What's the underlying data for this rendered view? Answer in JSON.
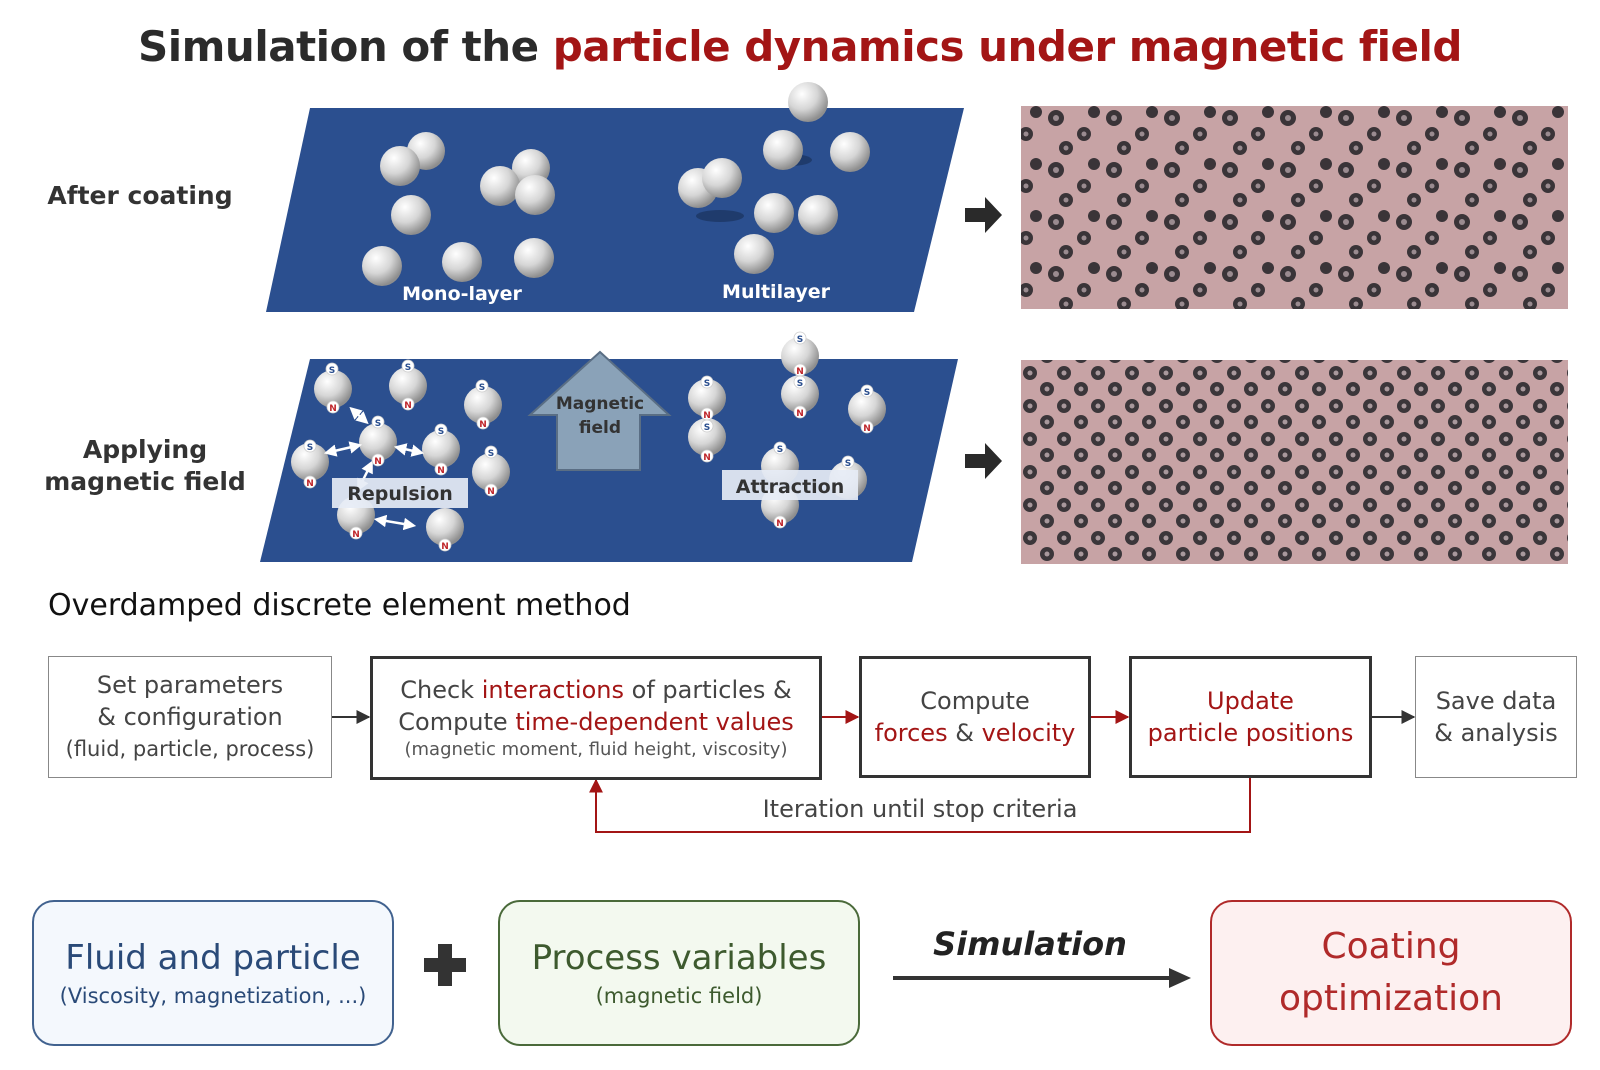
{
  "title": {
    "part1": "Simulation of the ",
    "part2": "particle dynamics under magnetic field"
  },
  "rows": {
    "after_coating": "After coating",
    "applying_line1": "Applying",
    "applying_line2": "magnetic field"
  },
  "panel1": {
    "mono_label": "Mono-layer",
    "multi_label": "Multilayer"
  },
  "panel2": {
    "field_line1": "Magnetic",
    "field_line2": "field",
    "repulsion": "Repulsion",
    "attraction": "Attraction",
    "pole_s": "S",
    "pole_n": "N"
  },
  "method_title": "Overdamped discrete element method",
  "flow": {
    "box1": {
      "line1": "Set parameters",
      "line2": "& configuration",
      "line3": "(fluid, particle, process)"
    },
    "box2": {
      "a1": "Check ",
      "a2": "interactions",
      "a3": " of particles &",
      "b1": "Compute ",
      "b2": "time-dependent values",
      "c": "(magnetic moment, fluid height, viscosity)"
    },
    "box3": {
      "line1": "Compute",
      "l2a": "forces",
      "l2b": " & ",
      "l2c": "velocity"
    },
    "box4": {
      "line1": "Update",
      "line2": "particle positions"
    },
    "box5": {
      "line1": "Save data",
      "line2": "& analysis"
    },
    "loop_label": "Iteration until stop criteria"
  },
  "bottom": {
    "fluid_title": "Fluid and particle",
    "fluid_sub": "(Viscosity, magnetization, ...)",
    "process_title": "Process variables",
    "process_sub": "(magnetic field)",
    "simulation": "Simulation",
    "coating_line1": "Coating",
    "coating_line2": "optimization"
  },
  "colors": {
    "panel_blue": "#2b4f8f",
    "accent_red": "#a31515",
    "micro_bg": "#c7a3a5",
    "fluid_border": "#41628f",
    "process_border": "#4a6a3a",
    "coating_border": "#b02a2a"
  }
}
